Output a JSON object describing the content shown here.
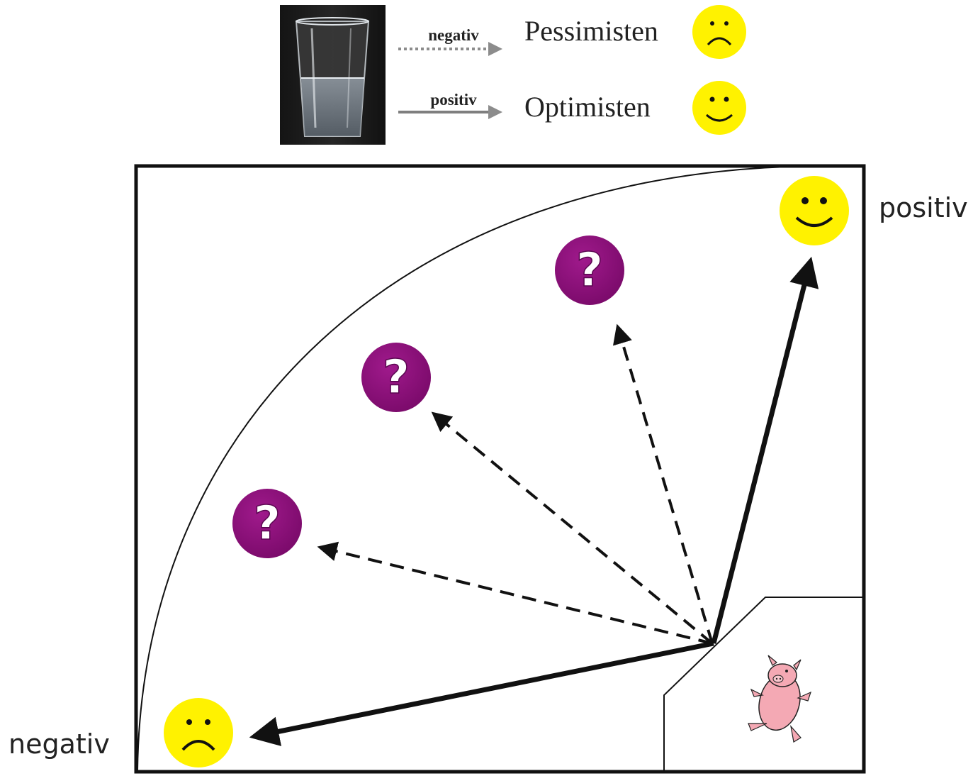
{
  "legend": {
    "negative_arrow_label": "negativ",
    "positive_arrow_label": "positiv",
    "pessimists_label": "Pessimisten",
    "optimists_label": "Optimisten"
  },
  "arena": {
    "positive_label": "positiv",
    "negative_label": "negativ",
    "unknown_marker": "?"
  },
  "colors": {
    "smiley_fill": "#FFF200",
    "question_fill": "#8B0E7A",
    "dashed_arrow_legend": "#8C8C8C",
    "solid_arrow_legend": "#7F7F7F",
    "arrow_main": "#111111",
    "pig_pink": "#F4A9B4"
  },
  "icons": {
    "glass": "water-glass-photo",
    "happy": "happy-smiley-icon",
    "sad": "sad-smiley-icon",
    "question": "question-mark-icon",
    "pig": "running-pig-icon"
  }
}
